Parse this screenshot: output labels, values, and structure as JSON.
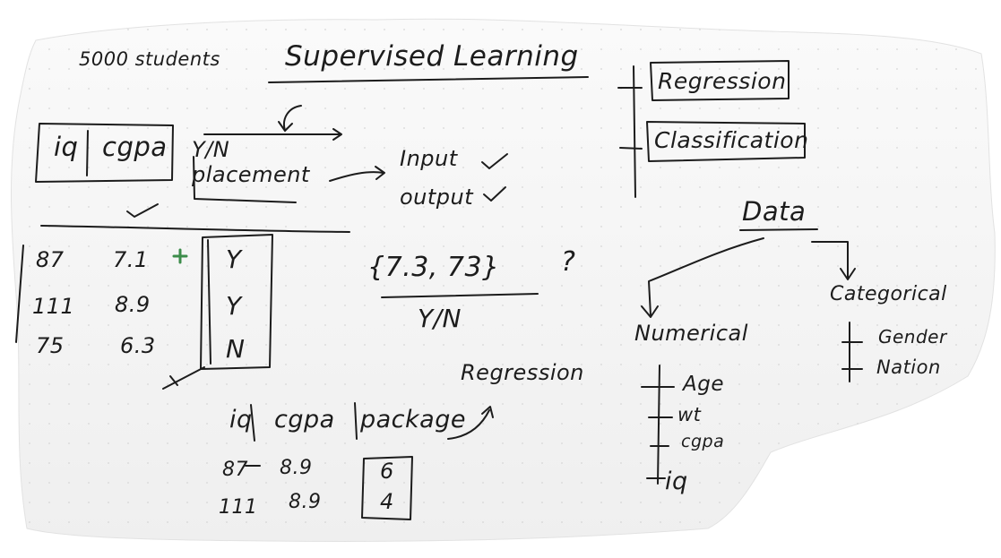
{
  "note": {
    "students": "5000 students",
    "title": "Supervised Learning",
    "table1": {
      "headers": [
        "iq",
        "cgpa"
      ],
      "target_header": "Y/N placement",
      "rows": [
        [
          "87",
          "7.1",
          "Y"
        ],
        [
          "111",
          "8.9",
          "Y"
        ],
        [
          "75",
          "6.3",
          "N"
        ]
      ]
    },
    "input_label": "Input",
    "output_label": "output",
    "query_set": "{7.3, 73}",
    "query_mark": "?",
    "query_result": "Y/N",
    "table2": {
      "headers": [
        "iq",
        "cgpa",
        "package"
      ],
      "rows": [
        [
          "87",
          "8.9",
          "6"
        ],
        [
          "111",
          "8.9",
          "4"
        ]
      ]
    },
    "regression_arrow_label": "Regression",
    "types": [
      "Regression",
      "Classification"
    ],
    "data_title": "Data",
    "numerical": {
      "label": "Numerical",
      "items": [
        "Age",
        "wt",
        "cgpa",
        "iq"
      ]
    },
    "categorical": {
      "label": "Categorical",
      "items": [
        "Gender",
        "Nation"
      ]
    }
  }
}
